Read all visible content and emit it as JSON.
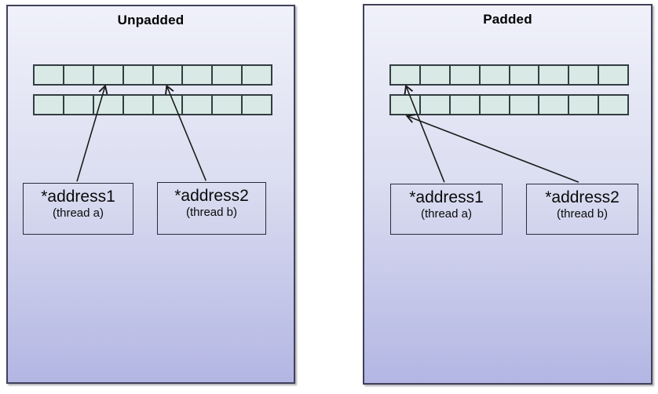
{
  "diagram": {
    "memory": {
      "rows_per_panel": 2,
      "cells_per_row": 8
    },
    "colors": {
      "cell_fill": "#d9eae6",
      "cell_border": "#333d42",
      "panel_border": "#41415a",
      "panel_gradient_top": "#f0f1fa",
      "panel_gradient_bottom": "#b3b6e3",
      "arrow": "#1a1a1a"
    },
    "panels": [
      {
        "title": "Unpadded",
        "boxes": [
          {
            "label": "*address1",
            "sublabel": "(thread a)"
          },
          {
            "label": "*address2",
            "sublabel": "(thread b)"
          }
        ],
        "arrows": [
          {
            "from": "*address1",
            "to": "row 1, cell 3"
          },
          {
            "from": "*address2",
            "to": "row 1, cell 5"
          }
        ]
      },
      {
        "title": "Padded",
        "boxes": [
          {
            "label": "*address1",
            "sublabel": "(thread a)"
          },
          {
            "label": "*address2",
            "sublabel": "(thread b)"
          }
        ],
        "arrows": [
          {
            "from": "*address1",
            "to": "row 1, cell 1"
          },
          {
            "from": "*address2",
            "to": "row 2, cell 1"
          }
        ]
      }
    ]
  }
}
